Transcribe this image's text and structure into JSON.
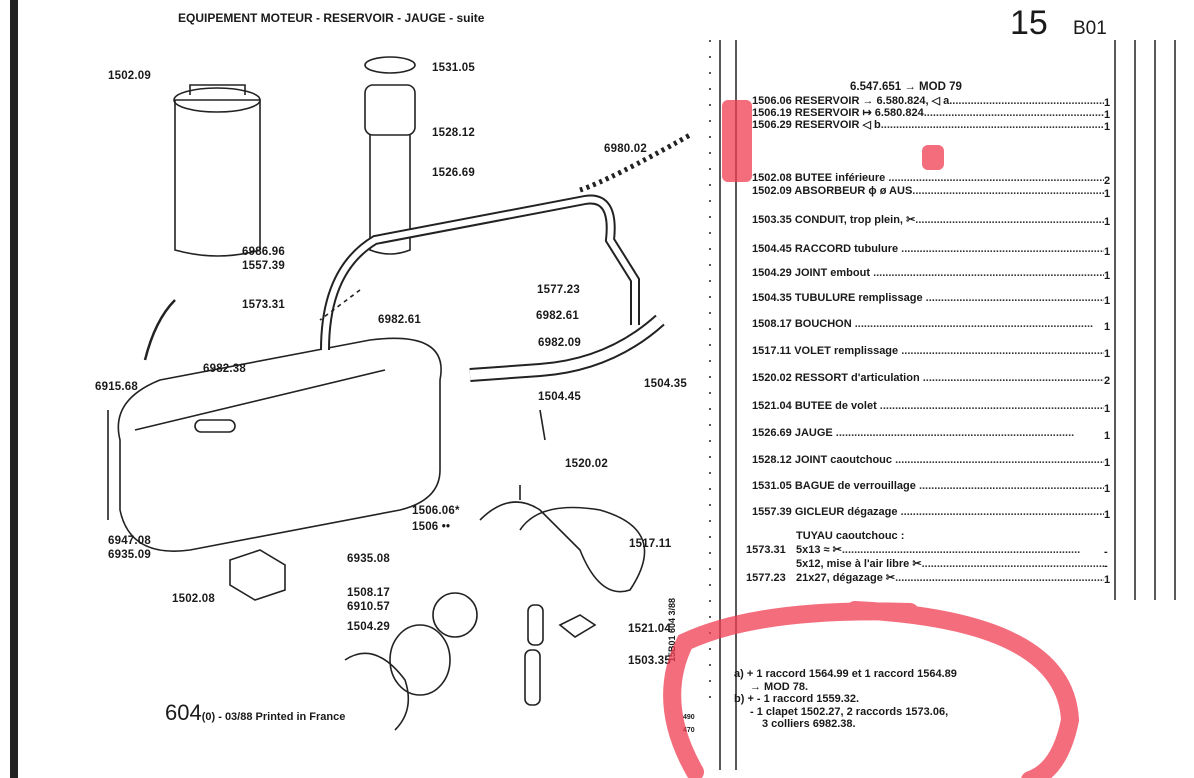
{
  "header": {
    "title": "EQUIPEMENT MOTEUR - RESERVOIR - JAUGE - suite",
    "page_number": "15",
    "section": "B01"
  },
  "applicability": "6.547.651 → MOD 79",
  "parts": [
    {
      "ref": "1506.06",
      "name": "RESERVOIR",
      "note": "→ 6.580.824, ◁ a",
      "qty": "1"
    },
    {
      "ref": "1506.19",
      "name": "RESERVOIR",
      "note": "↦ 6.580.824",
      "qty": "1"
    },
    {
      "ref": "1506.29",
      "name": "RESERVOIR",
      "note": "◁ b",
      "qty": "1"
    },
    {
      "ref": "1502.08",
      "name": "BUTEE inférieure",
      "note": "",
      "qty": "2"
    },
    {
      "ref": "1502.09",
      "name": "ABSORBEUR",
      "note": "ϕ ø AUS",
      "qty": "1"
    },
    {
      "ref": "1503.35",
      "name": "CONDUIT, trop plein,",
      "note": "✂",
      "qty": "1"
    },
    {
      "ref": "1504.45",
      "name": "RACCORD tubulure",
      "note": "",
      "qty": "1"
    },
    {
      "ref": "1504.29",
      "name": "JOINT embout",
      "note": "",
      "qty": "1"
    },
    {
      "ref": "1504.35",
      "name": "TUBULURE remplissage",
      "note": "",
      "qty": "1"
    },
    {
      "ref": "1508.17",
      "name": "BOUCHON",
      "note": "",
      "qty": "1"
    },
    {
      "ref": "1517.11",
      "name": "VOLET remplissage",
      "note": "",
      "qty": "1"
    },
    {
      "ref": "1520.02",
      "name": "RESSORT d'articulation",
      "note": "",
      "qty": "2"
    },
    {
      "ref": "1521.04",
      "name": "BUTEE de volet",
      "note": "",
      "qty": "1"
    },
    {
      "ref": "1526.69",
      "name": "JAUGE",
      "note": "",
      "qty": "1"
    },
    {
      "ref": "1528.12",
      "name": "JOINT caoutchouc",
      "note": "",
      "qty": "1"
    },
    {
      "ref": "1531.05",
      "name": "BAGUE de verrouillage",
      "note": "",
      "qty": "1"
    },
    {
      "ref": "1557.39",
      "name": "GICLEUR dégazage",
      "note": "",
      "qty": "1"
    }
  ],
  "hose": {
    "title": "TUYAU caoutchouc :",
    "items": [
      {
        "ref": "1573.31",
        "name": "5x13 ≈ ✂",
        "qty": "-"
      },
      {
        "ref": "",
        "name": "5x12, mise à l'air libre ✂",
        "qty": "-"
      },
      {
        "ref": "1577.23",
        "name": "21x27, dégazage ✂",
        "qty": "1"
      }
    ]
  },
  "footnotes": [
    "a) + 1 raccord 1564.99 et 1 raccord 1564.89",
    "→ MOD 78.",
    "b) + - 1 raccord 1559.32.",
    "- 1 clapet 1502.27, 2 raccords 1573.06,",
    "3 colliers 6982.38."
  ],
  "side_code": "15B01 604 3/88",
  "side_numbers": [
    "490",
    "470"
  ],
  "footer": {
    "model": "604",
    "text": "(0) - 03/88 Printed in France"
  },
  "diagram_labels": [
    "1502.09",
    "1531.05",
    "1528.12",
    "1526.69",
    "6980.02",
    "6986.96",
    "1557.39",
    "1573.31",
    "6982.61",
    "1577.23",
    "6982.61",
    "6982.09",
    "6982.38",
    "6915.68",
    "1504.45",
    "1504.35",
    "1520.02",
    "1506.06*",
    "1506 ••",
    "6947.08",
    "6935.09",
    "1517.11",
    "6935.08",
    "1502.08",
    "1508.17",
    "6910.57",
    "1504.29",
    "1521.04",
    "1503.35"
  ],
  "colors": {
    "highlight": "#f03c50"
  }
}
